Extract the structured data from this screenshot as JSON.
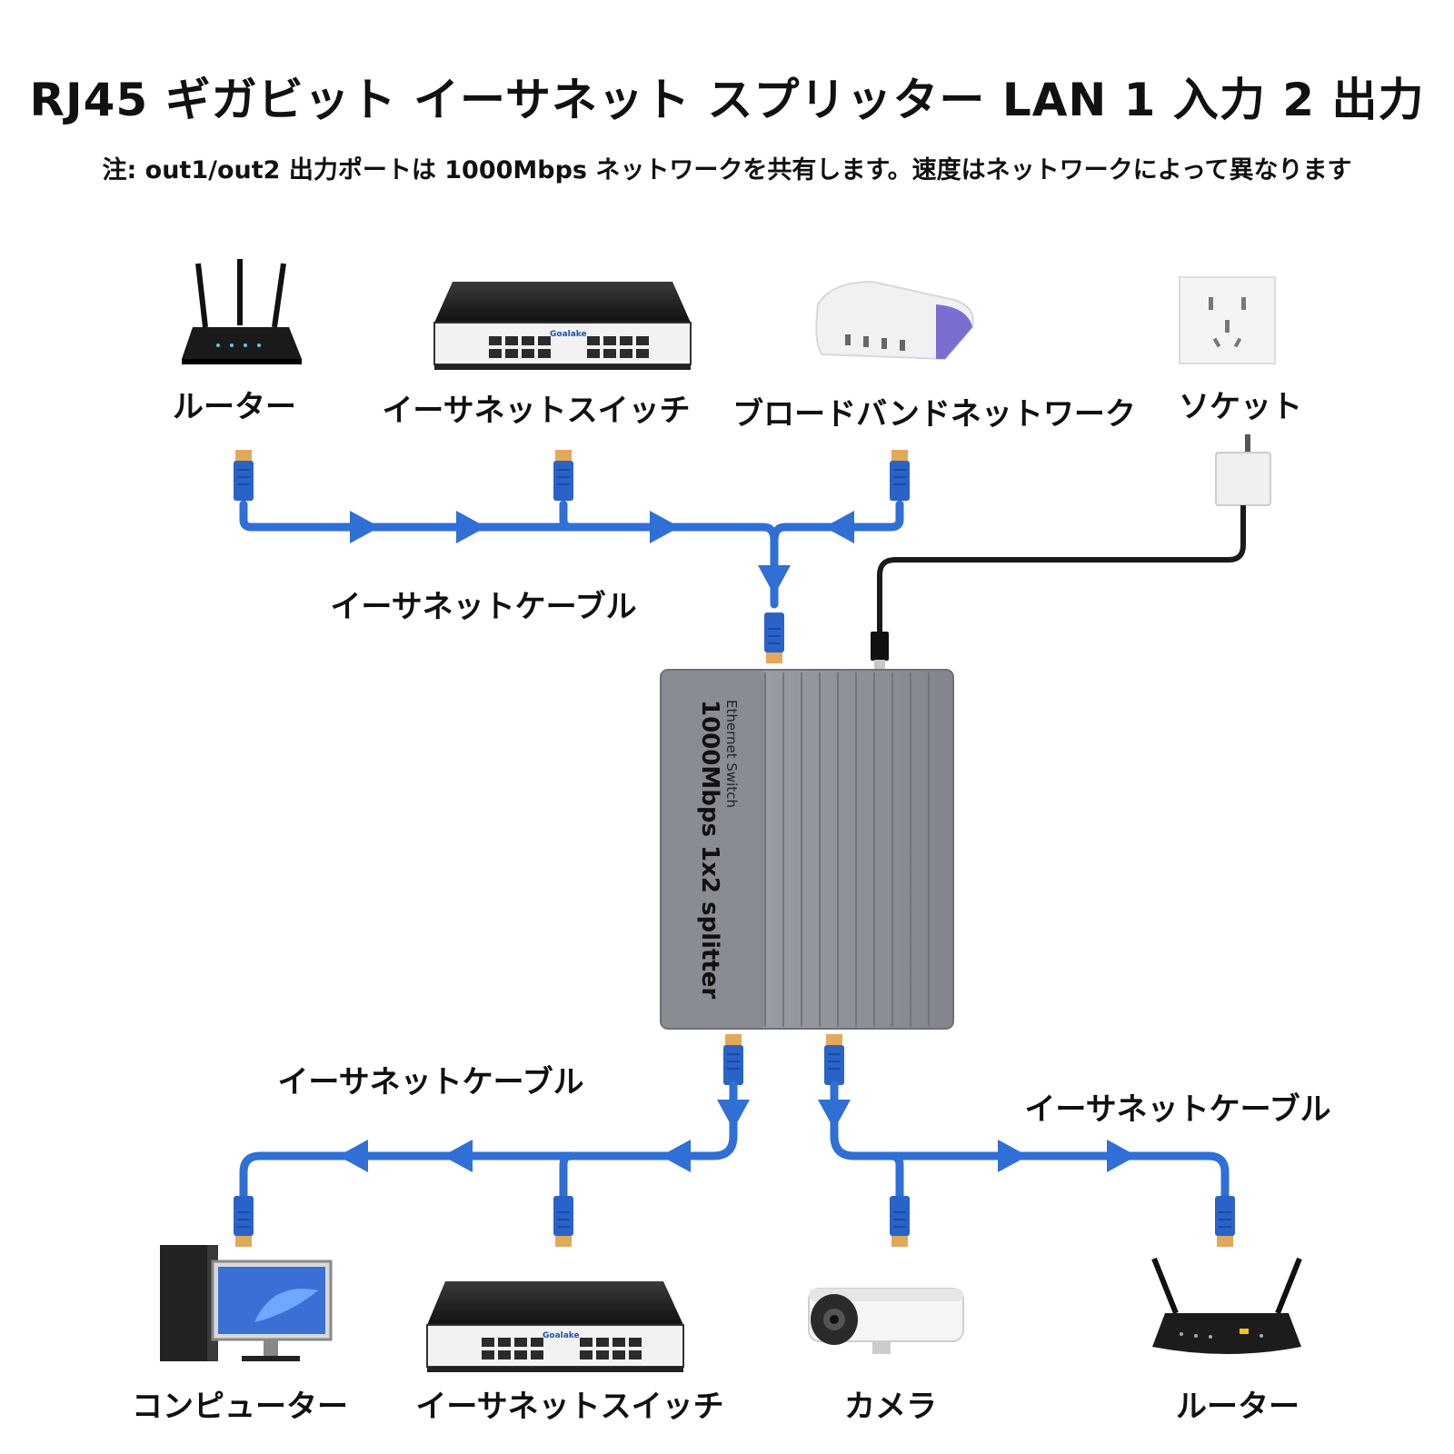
{
  "title": "RJ45 ギガビット イーサネット スプリッター LAN 1 入力 2 出力",
  "note": "注: out1/out2 出力ポートは 1000Mbps ネットワークを共有します。速度はネットワークによって異なります",
  "inputs": {
    "router": "ルーター",
    "switch": "イーサネットスイッチ",
    "broadband": "ブロードバンドネットワーク",
    "socket": "ソケット"
  },
  "switch_brand": "Goalake",
  "input_cable_label": "イーサネットケーブル",
  "device": {
    "line1": "Ethernet Switch",
    "line2": "1000Mbps 1x2 splitter"
  },
  "out1_cable_label": "イーサネットケーブル",
  "out2_cable_label": "イーサネットケーブル",
  "outputs": {
    "computer": "コンピューター",
    "switch": "イーサネットスイッチ",
    "camera": "カメラ",
    "router": "ルーター"
  },
  "colors": {
    "cable": "#2f6fd6",
    "plug": "#2a63c8",
    "device_body": "#8d8f96",
    "power_cable": "#1a1a1a"
  }
}
